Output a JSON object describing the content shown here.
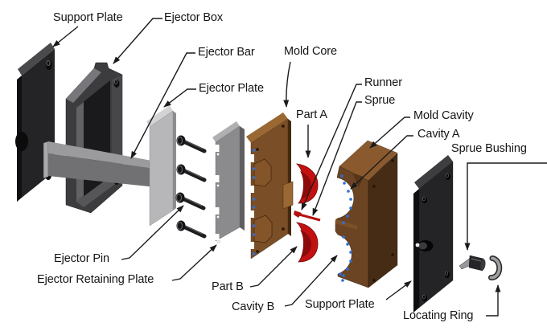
{
  "labels": {
    "support_plate_top": "Support Plate",
    "ejector_box": "Ejector Box",
    "ejector_bar": "Ejector Bar",
    "ejector_plate": "Ejector Plate",
    "mold_core": "Mold Core",
    "part_a": "Part A",
    "runner": "Runner",
    "sprue": "Sprue",
    "mold_cavity": "Mold Cavity",
    "cavity_a": "Cavity A",
    "sprue_bushing": "Sprue Bushing",
    "ejector_pin": "Ejector Pin",
    "ejector_retaining_plate": "Ejector Retaining Plate",
    "part_b": "Part B",
    "cavity_b": "Cavity B",
    "support_plate_bottom": "Support Plate",
    "locating_ring": "Locating Ring"
  },
  "palette": {
    "background": "#ffffff",
    "line": "#1b1b1b",
    "dark_plate": "#242427",
    "box_gray": "#3c3c3e",
    "bar_gray": "#717174",
    "light_plate_gray": "#b7b7ba",
    "retaining_gray": "#8b8b8e",
    "core_brown": "#7a4e26",
    "cavity_brown": "#6b4423",
    "cavity_dark_brown": "#462b15",
    "top_face_brown": "#9a6833",
    "part_red": "#c31111",
    "dot_blue": "#2e6fd8"
  }
}
